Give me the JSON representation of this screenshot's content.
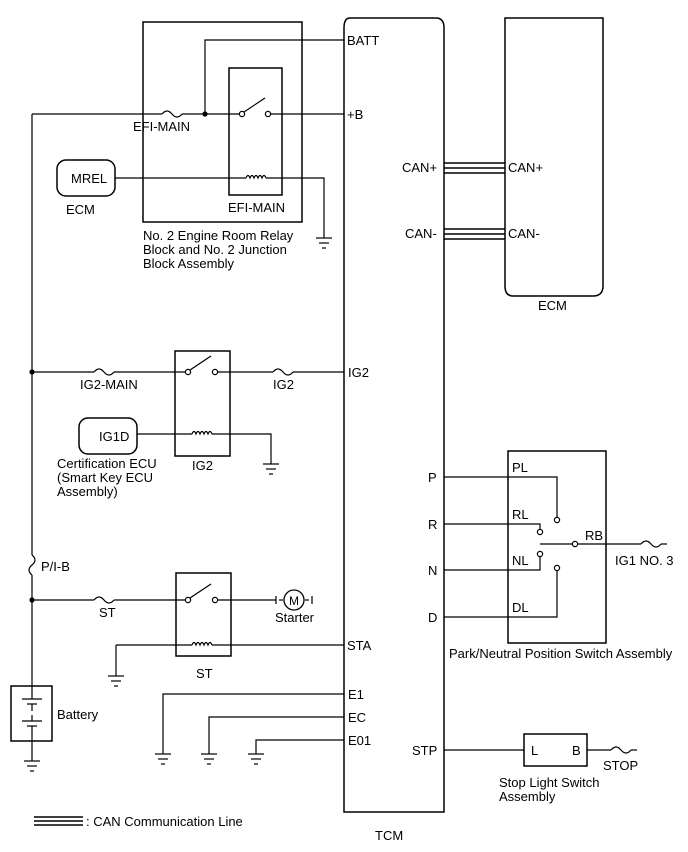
{
  "components": {
    "relay_block_label": [
      "No. 2 Engine Room Relay",
      "Block and No. 2 Junction",
      "Block Assembly"
    ],
    "ecm_small": "ECM",
    "ecm_big": "ECM",
    "tcm": "TCM",
    "cert_ecu_label": [
      "Certification ECU",
      "(Smart Key ECU",
      "Assembly)"
    ],
    "battery": "Battery",
    "starter": "Starter",
    "starter_symbol": "M",
    "pnp_switch": "Park/Neutral Position Switch Assembly",
    "stop_switch": [
      "Stop Light Switch",
      "Assembly"
    ]
  },
  "connectors": {
    "mrel": "MREL",
    "ig1d": "IG1D",
    "stop_l": "L",
    "stop_b": "B"
  },
  "fuses": {
    "efi_main": "EFI-MAIN",
    "ig2_main": "IG2-MAIN",
    "ig2": "IG2",
    "pib": "P/I-B",
    "st": "ST",
    "ig1_no3": "IG1 NO. 3",
    "stop": "STOP"
  },
  "relays": {
    "efi_main": "EFI-MAIN",
    "ig2": "IG2",
    "st": "ST"
  },
  "tcm_pins": {
    "batt": "BATT",
    "plus_b": "+B",
    "can_plus": "CAN+",
    "can_minus": "CAN-",
    "ig2": "IG2",
    "p": "P",
    "r": "R",
    "n": "N",
    "d": "D",
    "sta": "STA",
    "e1": "E1",
    "ec": "EC",
    "e01": "E01",
    "stp": "STP"
  },
  "ecm_pins": {
    "can_plus": "CAN+",
    "can_minus": "CAN-"
  },
  "pnp_pins": {
    "pl": "PL",
    "rl": "RL",
    "nl": "NL",
    "dl": "DL",
    "rb": "RB"
  },
  "legend": {
    "can_line": ": CAN Communication Line"
  }
}
